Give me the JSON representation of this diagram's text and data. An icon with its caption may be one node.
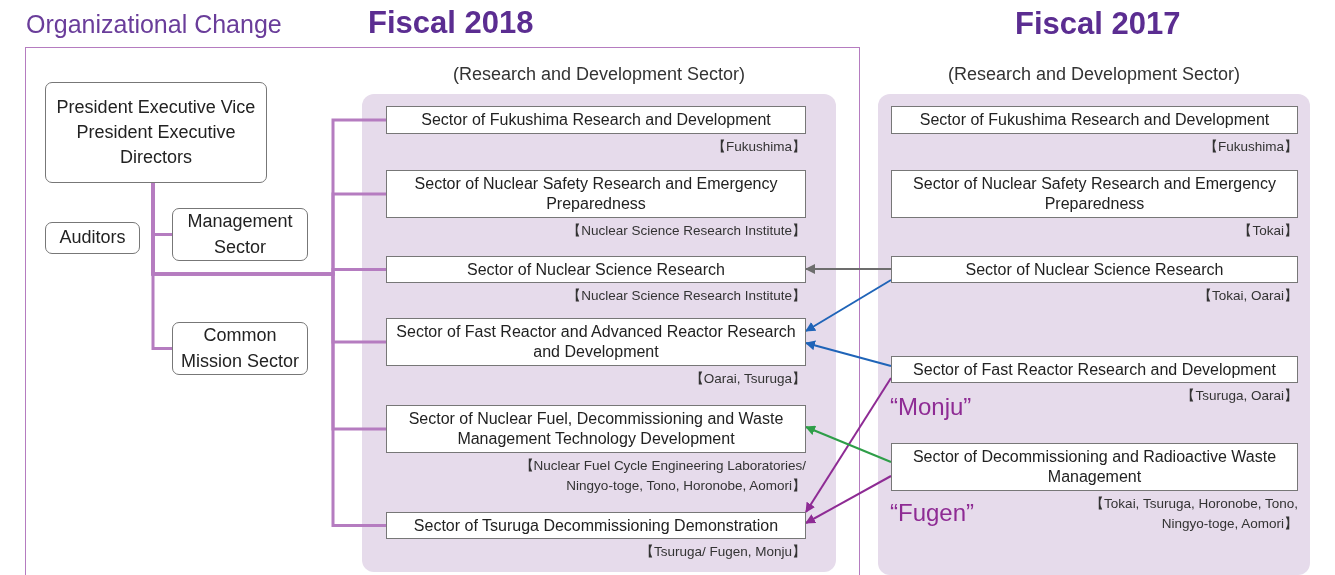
{
  "diagram": {
    "title": "Organizational Change",
    "nodes": [
      {
        "text": [
          "Fiscal 2018"
        ]
      },
      {
        "text": [
          "President Executive Vice President Executive Directors"
        ],
        "in": 0
      },
      {
        "text": [
          "Auditors"
        ],
        "in": 0
      },
      {
        "text": [
          "Management Sector"
        ],
        "in": 0
      },
      {
        "text": [
          "Common Mission Sector"
        ],
        "in": 0
      },
      {
        "text": [
          "(Research and Development Sector)"
        ],
        "in": 0
      },
      {
        "text": [
          "Sector of Fukushima Research and Development"
        ],
        "in": 5,
        "beside": [
          "【Fukushima】"
        ]
      },
      {
        "text": [
          "Sector of Nuclear Safety Research and Emergency Preparedness"
        ],
        "in": 5,
        "beside": [
          "【Nuclear Science Research Institute】"
        ]
      },
      {
        "text": [
          "Sector of Nuclear Science Research"
        ],
        "in": 5,
        "beside": [
          "【Nuclear Science Research Institute】"
        ]
      },
      {
        "text": [
          "Sector of Fast Reactor and Advanced Reactor Research and Development"
        ],
        "in": 5,
        "beside": [
          "【Oarai, Tsuruga】"
        ]
      },
      {
        "text": [
          "Sector of Nuclear Fuel, Decommissioning and Waste Management Technology Development"
        ],
        "in": 5,
        "beside": [
          "【Nuclear Fuel Cycle Engineering Laboratories/ Ningyo-toge, Tono, Horonobe, Aomori】"
        ]
      },
      {
        "text": [
          "Sector of Tsuruga Decommissioning Demonstration"
        ],
        "in": 5,
        "beside": [
          "【Tsuruga/ Fugen, Monju】"
        ]
      },
      {
        "text": [
          "(Research and Development Sector)"
        ]
      },
      {
        "text": [
          "Sector of Fukushima Research and Development"
        ],
        "in": 12,
        "beside": [
          "【Fukushima】"
        ]
      },
      {
        "text": [
          "Sector of Nuclear Safety Research and Emergency Preparedness"
        ],
        "in": 12,
        "beside": [
          "【Tokai】"
        ]
      },
      {
        "text": [
          "Sector of Nuclear Science Research"
        ],
        "in": 12,
        "beside": [
          "【Tokai, Oarai】"
        ]
      },
      {
        "text": [
          "Sector of Fast Reactor Research and Development"
        ],
        "in": 12,
        "beside": [
          "【Tsuruga, Oarai】",
          "“Monju”"
        ]
      },
      {
        "text": [
          "Sector of Decommissioning and Radioactive Waste Management"
        ],
        "in": 12,
        "beside": [
          "【Tokai, Tsuruga, Horonobe, Tono, Ningyo-toge, Aomori】",
          "“Fugen”"
        ]
      }
    ],
    "edges": [
      {
        "from": 1,
        "to": 3,
        "arrow": "none"
      },
      {
        "from": 1,
        "to": 4,
        "arrow": "none"
      },
      {
        "from": 1,
        "to": 6,
        "arrow": "none"
      },
      {
        "from": 1,
        "to": 7,
        "arrow": "none"
      },
      {
        "from": 1,
        "to": 8,
        "arrow": "none"
      },
      {
        "from": 1,
        "to": 9,
        "arrow": "none"
      },
      {
        "from": 1,
        "to": 10,
        "arrow": "none"
      },
      {
        "from": 1,
        "to": 11,
        "arrow": "none"
      },
      {
        "from": 15,
        "to": 8,
        "arrow": "to",
        "color": "#6d6d6d"
      },
      {
        "from": 15,
        "to": 9,
        "arrow": "to",
        "color": "#1f64b8"
      },
      {
        "from": 16,
        "to": 9,
        "arrow": "to",
        "color": "#1f64b8"
      },
      {
        "from": 16,
        "to": 11,
        "arrow": "to",
        "color": "#8e2b94"
      },
      {
        "from": 17,
        "to": 10,
        "arrow": "to",
        "color": "#2e9e48"
      },
      {
        "from": 17,
        "to": 11,
        "arrow": "to",
        "color": "#8e2b94"
      }
    ],
    "labels": [
      "Fiscal 2017"
    ]
  }
}
